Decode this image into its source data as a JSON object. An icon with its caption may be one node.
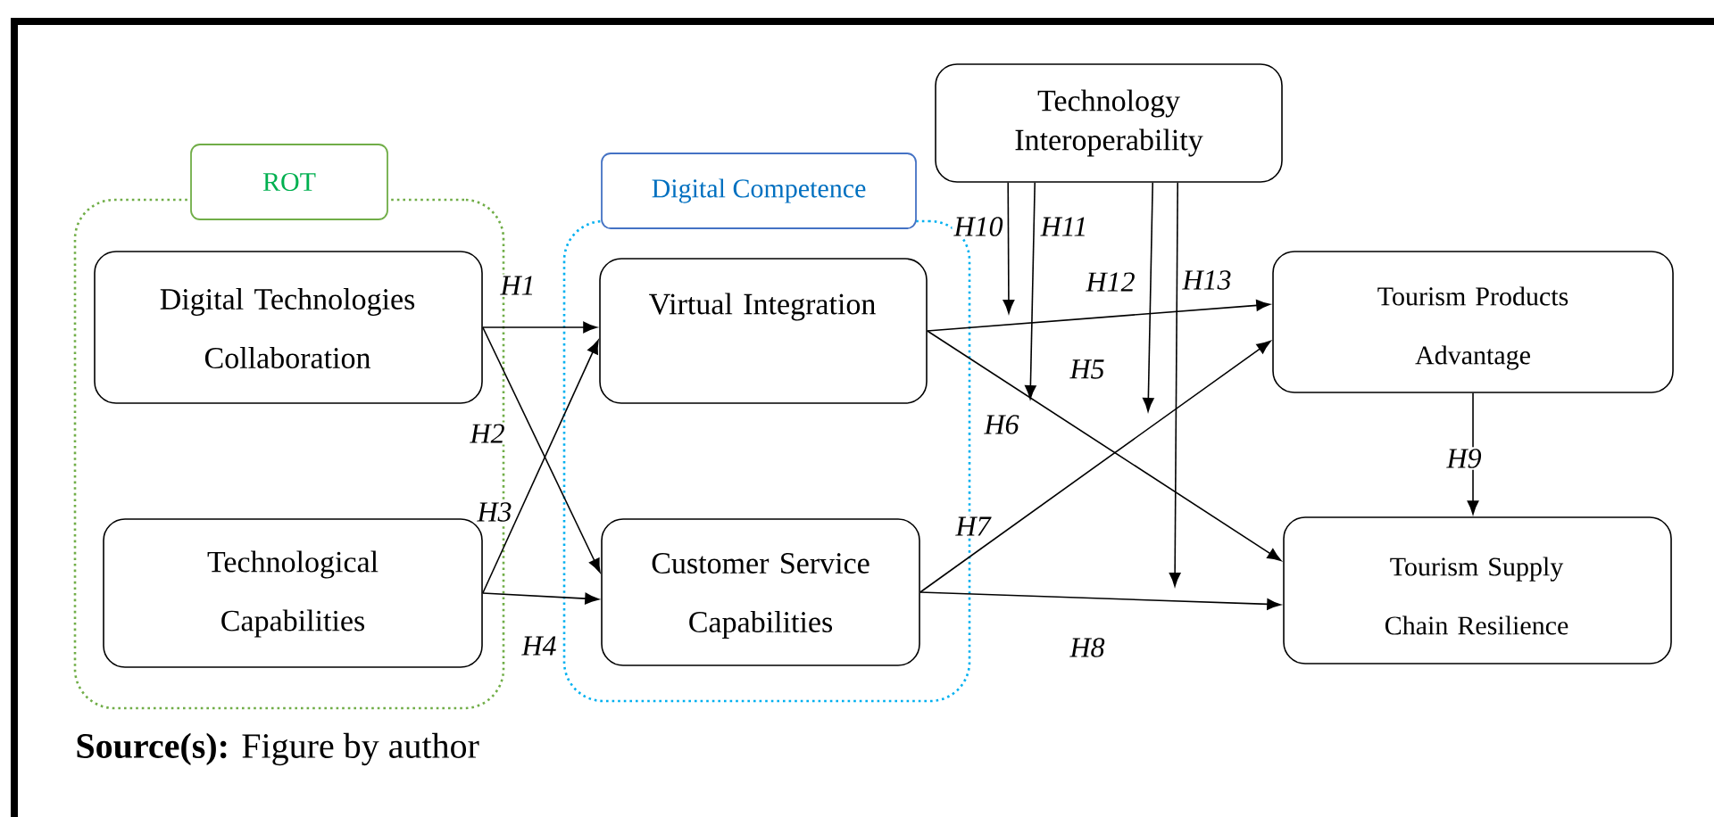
{
  "diagram": {
    "caption": "**Source(s):** Figure by author",
    "nodes": [
      {
        "text": [
          "ROT"
        ]
      },
      {
        "text": [
          "Digital Technologies Collaboration"
        ],
        "in": 0
      },
      {
        "text": [
          "Technological Capabilities"
        ],
        "in": 0
      },
      {
        "text": [
          "Digital Competence"
        ]
      },
      {
        "text": [
          "Virtual Integration"
        ],
        "in": 3
      },
      {
        "text": [
          "Customer Service Capabilities"
        ],
        "in": 3
      },
      {
        "text": [
          "Technology Interoperability"
        ]
      },
      {
        "text": [
          "Tourism Products Advantage"
        ]
      },
      {
        "text": [
          "Tourism Supply Chain Resilience"
        ]
      }
    ],
    "edges": [
      {
        "from": 1,
        "to": 4,
        "arrow": "to",
        "label": "H1"
      },
      {
        "from": 1,
        "to": 5,
        "arrow": "to",
        "label": "H2"
      },
      {
        "from": 2,
        "to": 4,
        "arrow": "to",
        "label": "H3"
      },
      {
        "from": 2,
        "to": 5,
        "arrow": "to",
        "label": "H4"
      },
      {
        "from": 4,
        "to": 7,
        "arrow": "to",
        "label": "H5"
      },
      {
        "from": 4,
        "to": 8,
        "arrow": "to",
        "label": "H6"
      },
      {
        "from": 5,
        "to": 7,
        "arrow": "to",
        "label": "H7"
      },
      {
        "from": 5,
        "to": 8,
        "arrow": "to",
        "label": "H8"
      },
      {
        "from": 7,
        "to": 8,
        "arrow": "to",
        "label": "H9"
      },
      {
        "from": 6,
        "to": null,
        "arrow": "to",
        "label": "H10"
      },
      {
        "from": 6,
        "to": null,
        "arrow": "to",
        "label": "H11"
      },
      {
        "from": 6,
        "to": null,
        "arrow": "to",
        "label": "H12"
      },
      {
        "from": 6,
        "to": null,
        "arrow": "to",
        "label": "H13"
      }
    ]
  }
}
